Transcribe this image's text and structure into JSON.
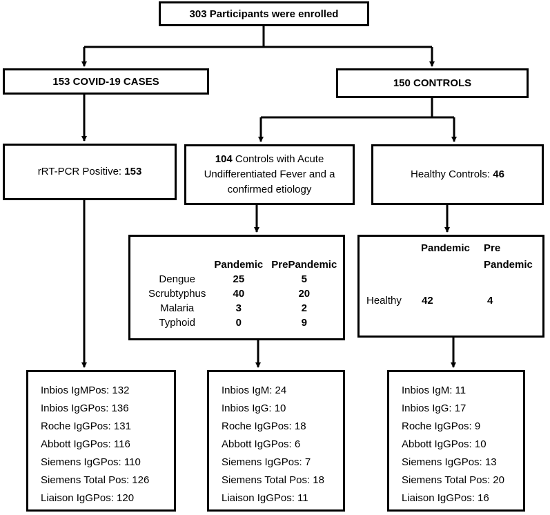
{
  "top": {
    "text": "303 Participants were enrolled"
  },
  "cases": {
    "text": "153 COVID-19 CASES"
  },
  "controls": {
    "text": "150 CONTROLS"
  },
  "rtpcr": {
    "label": "rRT-PCR Positive: ",
    "value": "153"
  },
  "auf": {
    "count": "104",
    "line1_rest": " Controls with Acute",
    "line2": "Undifferentiated Fever and a",
    "line3": "confirmed etiology"
  },
  "healthy_controls": {
    "label": "Healthy Controls: ",
    "value": "46"
  },
  "auf_table": {
    "headers": [
      "Pandemic",
      "PrePandemic"
    ],
    "rows": [
      {
        "name": "Dengue",
        "pandemic": "25",
        "prepandemic": "5"
      },
      {
        "name": "Scrubtyphus",
        "pandemic": "40",
        "prepandemic": "20"
      },
      {
        "name": "Malaria",
        "pandemic": "3",
        "prepandemic": "2"
      },
      {
        "name": "Typhoid",
        "pandemic": "0",
        "prepandemic": "9"
      }
    ]
  },
  "healthy_table": {
    "header_pandemic": "Pandemic",
    "header_pre_line1": "Pre",
    "header_pre_line2": "Pandemic",
    "row_name": "Healthy",
    "pandemic": "42",
    "prepandemic": "4"
  },
  "results_cases": [
    "Inbios IgMPos: 132",
    "Inbios IgGPos: 136",
    "Roche IgGPos: 131",
    "Abbott IgGPos: 116",
    "Siemens IgGPos: 110",
    "Siemens Total Pos: 126",
    "Liaison IgGPos: 120"
  ],
  "results_auf": [
    "Inbios IgM: 24",
    "Inbios IgG: 10",
    "Roche IgGPos: 18",
    "Abbott IgGPos: 6",
    "Siemens IgGPos: 7",
    "Siemens Total Pos: 18",
    "Liaison IgGPos: 11"
  ],
  "results_healthy": [
    "Inbios IgM: 11",
    "Inbios IgG: 17",
    "Roche IgGPos: 9",
    "Abbott IgGPos: 10",
    "Siemens IgGPos: 13",
    "Siemens Total Pos: 20",
    "Liaison IgGPos: 16"
  ]
}
